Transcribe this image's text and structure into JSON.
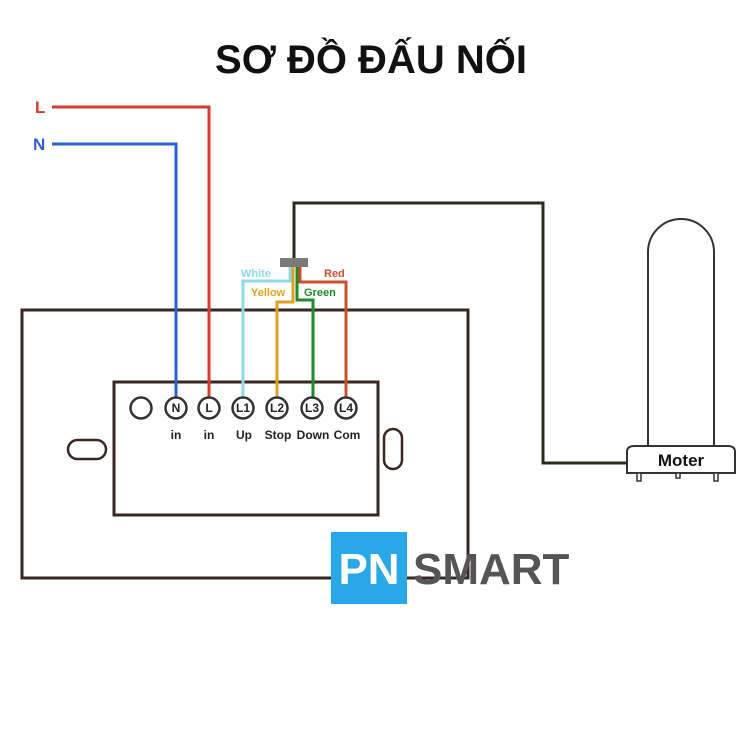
{
  "title": "SƠ ĐỒ ĐẤU NỐI",
  "leads": {
    "L": {
      "label": "L",
      "color": "#d93a2b"
    },
    "N": {
      "label": "N",
      "color": "#2f5fd0"
    }
  },
  "terminals": [
    {
      "id": "blank",
      "label": "",
      "sub": ""
    },
    {
      "id": "N",
      "label": "N",
      "sub": "in"
    },
    {
      "id": "L",
      "label": "L",
      "sub": "in"
    },
    {
      "id": "L1",
      "label": "L1",
      "sub": "Up"
    },
    {
      "id": "L2",
      "label": "L2",
      "sub": "Stop"
    },
    {
      "id": "L3",
      "label": "L3",
      "sub": "Down"
    },
    {
      "id": "L4",
      "label": "L4",
      "sub": "Com"
    }
  ],
  "motor_wires": {
    "white": {
      "label": "White",
      "color": "#8fd9e6"
    },
    "yellow": {
      "label": "Yellow",
      "color": "#e0a020"
    },
    "green": {
      "label": "Green",
      "color": "#1e8a28"
    },
    "red": {
      "label": "Red",
      "color": "#c9502a"
    }
  },
  "motor": {
    "label": "Moter"
  },
  "brand": {
    "pn": "PN",
    "smart": "SMART",
    "pn_bg": "#29a8e8",
    "smart_color": "#555555"
  }
}
